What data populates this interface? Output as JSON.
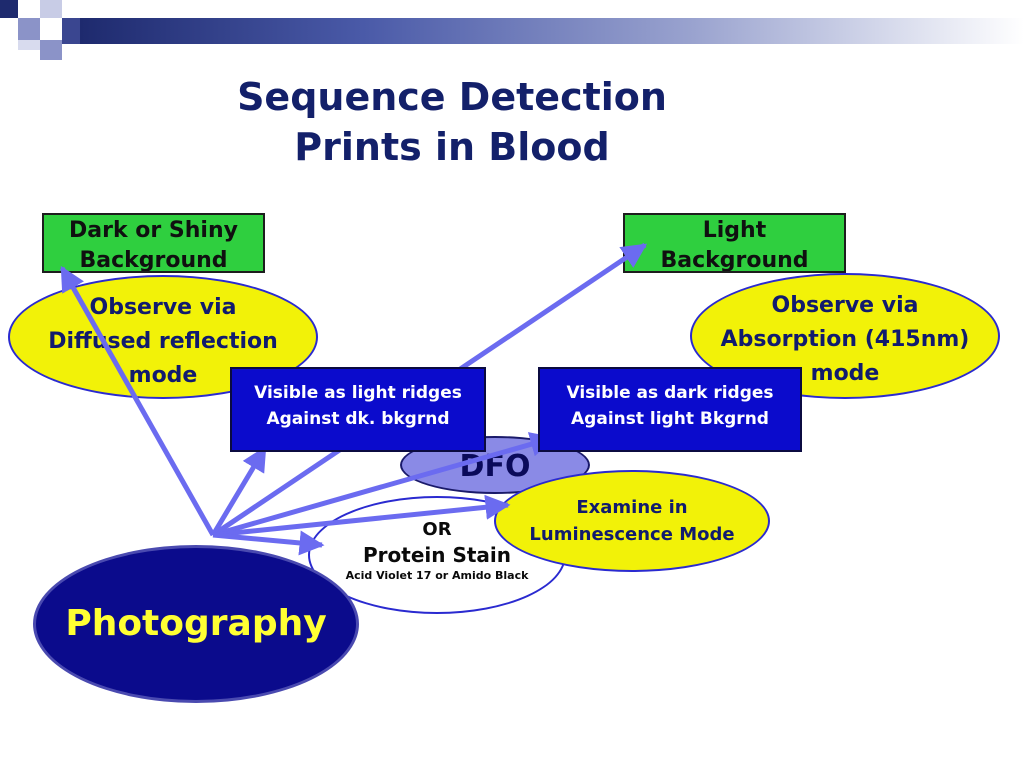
{
  "title": {
    "line1": "Sequence Detection",
    "line2": "Prints in Blood"
  },
  "boxes": {
    "dark_bg": {
      "line1": "Dark or Shiny",
      "line2": "Background"
    },
    "light_bg": {
      "line1": "Light",
      "line2": "Background"
    },
    "visible_light": {
      "line1": "Visible as light ridges",
      "line2": "Against dk. bkgrnd"
    },
    "visible_dark": {
      "line1": "Visible as dark ridges",
      "line2": "Against light Bkgrnd"
    }
  },
  "ellipses": {
    "diffused": {
      "line1": "Observe via",
      "line2": "Diffused reflection",
      "line3": "mode"
    },
    "absorption": {
      "line1": "Observe via",
      "line2": "Absorption (415nm)",
      "line3": "mode"
    },
    "dfo": {
      "label": "DFO"
    },
    "luminescence": {
      "line1": "Examine in",
      "line2": "Luminescence Mode"
    },
    "protein": {
      "line1": "OR",
      "line2": "Protein Stain",
      "line3": "Acid Violet 17 or Amido Black"
    },
    "photography": {
      "label": "Photography"
    }
  },
  "colors": {
    "title": "#13206a",
    "arrow": "#6b6bf0",
    "green_box": "#2fcf3f",
    "blue_box": "#0b0bcc",
    "yellow_ellipse": "#f2f208",
    "photography_fill": "#0b0b8c",
    "photography_text": "#ffff33"
  }
}
